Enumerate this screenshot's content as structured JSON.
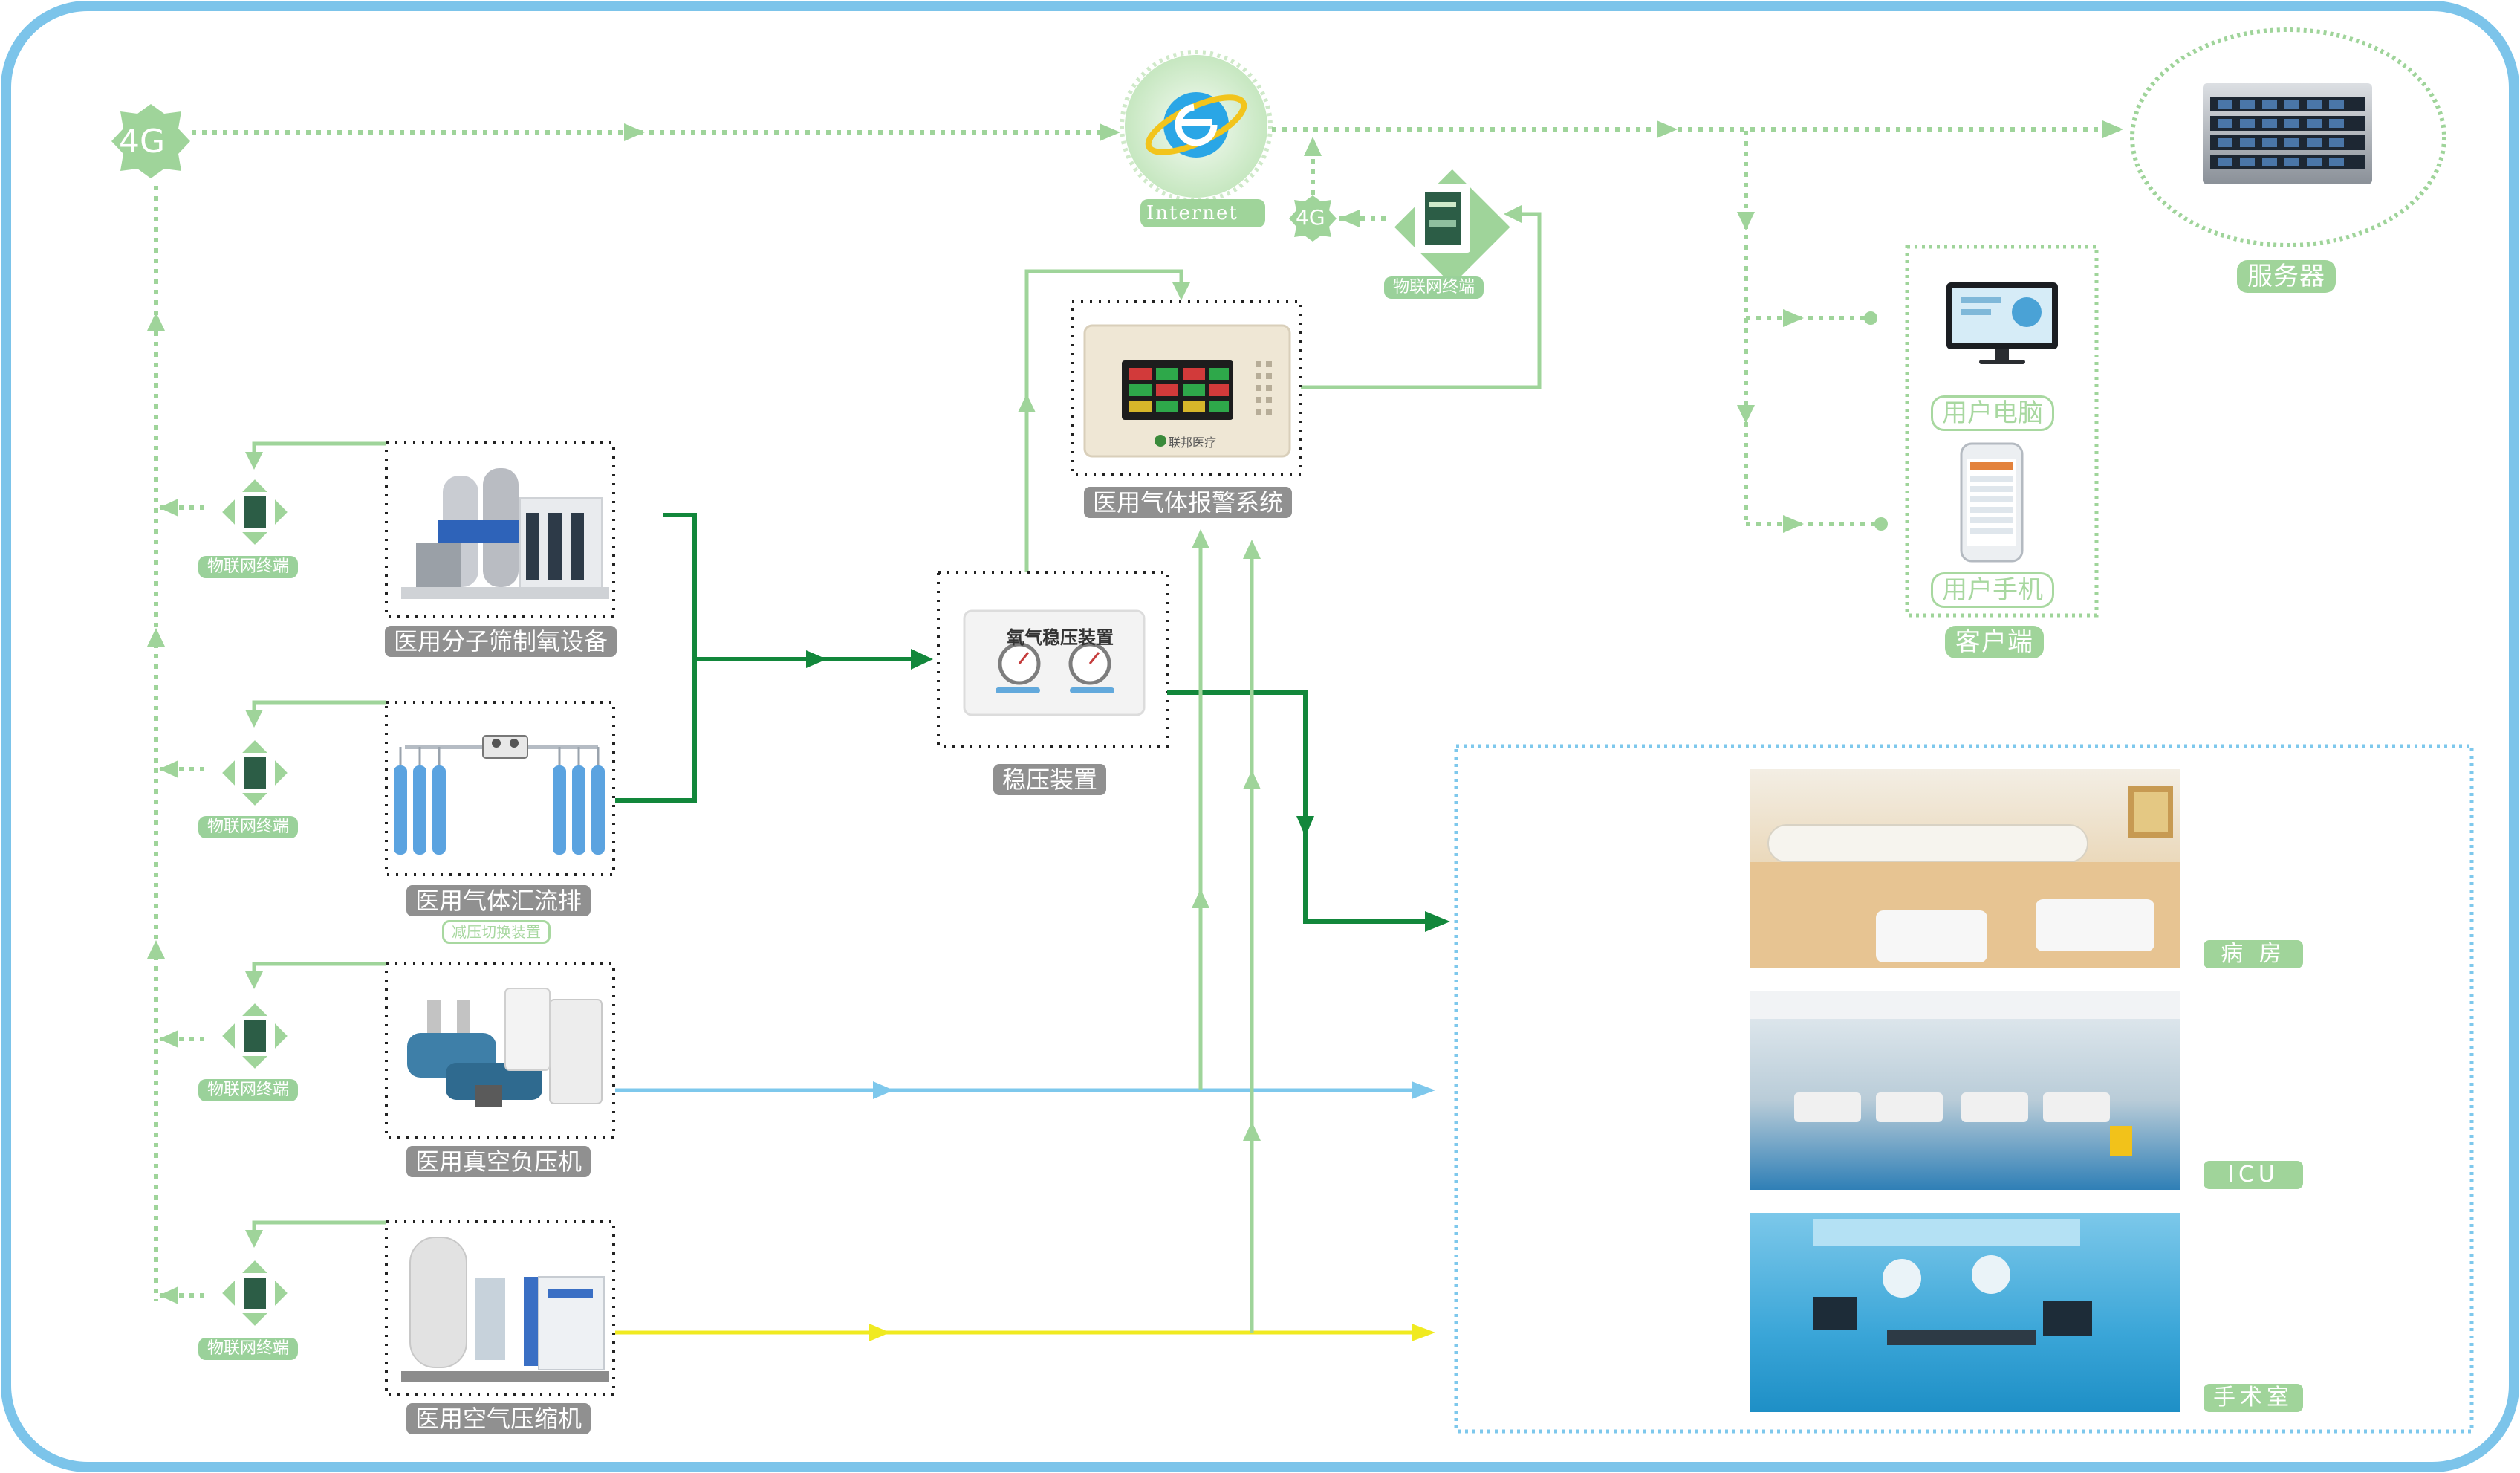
{
  "network": {
    "left_4g": "4G",
    "internet_label": "Internet",
    "mid_4g": "4G",
    "server_label": "服务器",
    "iot_top_label": "物联网终端"
  },
  "sources": [
    {
      "label": "医用分子筛制氧设备",
      "sublabel": "",
      "iot_label": "物联网终端"
    },
    {
      "label": "医用气体汇流排",
      "sublabel": "减压切换装置",
      "iot_label": "物联网终端"
    },
    {
      "label": "医用真空负压机",
      "sublabel": "",
      "iot_label": "物联网终端"
    },
    {
      "label": "医用空气压缩机",
      "sublabel": "",
      "iot_label": "物联网终端"
    }
  ],
  "regulator": {
    "label": "稳压装置",
    "panel_title": "氧气稳压装置"
  },
  "alarm": {
    "label": "医用气体报警系统",
    "brand": "联邦医疗"
  },
  "client": {
    "pc_label": "用户电脑",
    "phone_label": "用户手机",
    "group_label": "客户端"
  },
  "rooms": [
    {
      "label": "病 房"
    },
    {
      "label": "ICU"
    },
    {
      "label": "手术室"
    }
  ],
  "colors": {
    "border": "#7cc4ea",
    "light_green": "#9fd49a",
    "dark_green": "#12873b",
    "blue_line": "#7ec8ec",
    "yellow_line": "#f0ea20"
  }
}
